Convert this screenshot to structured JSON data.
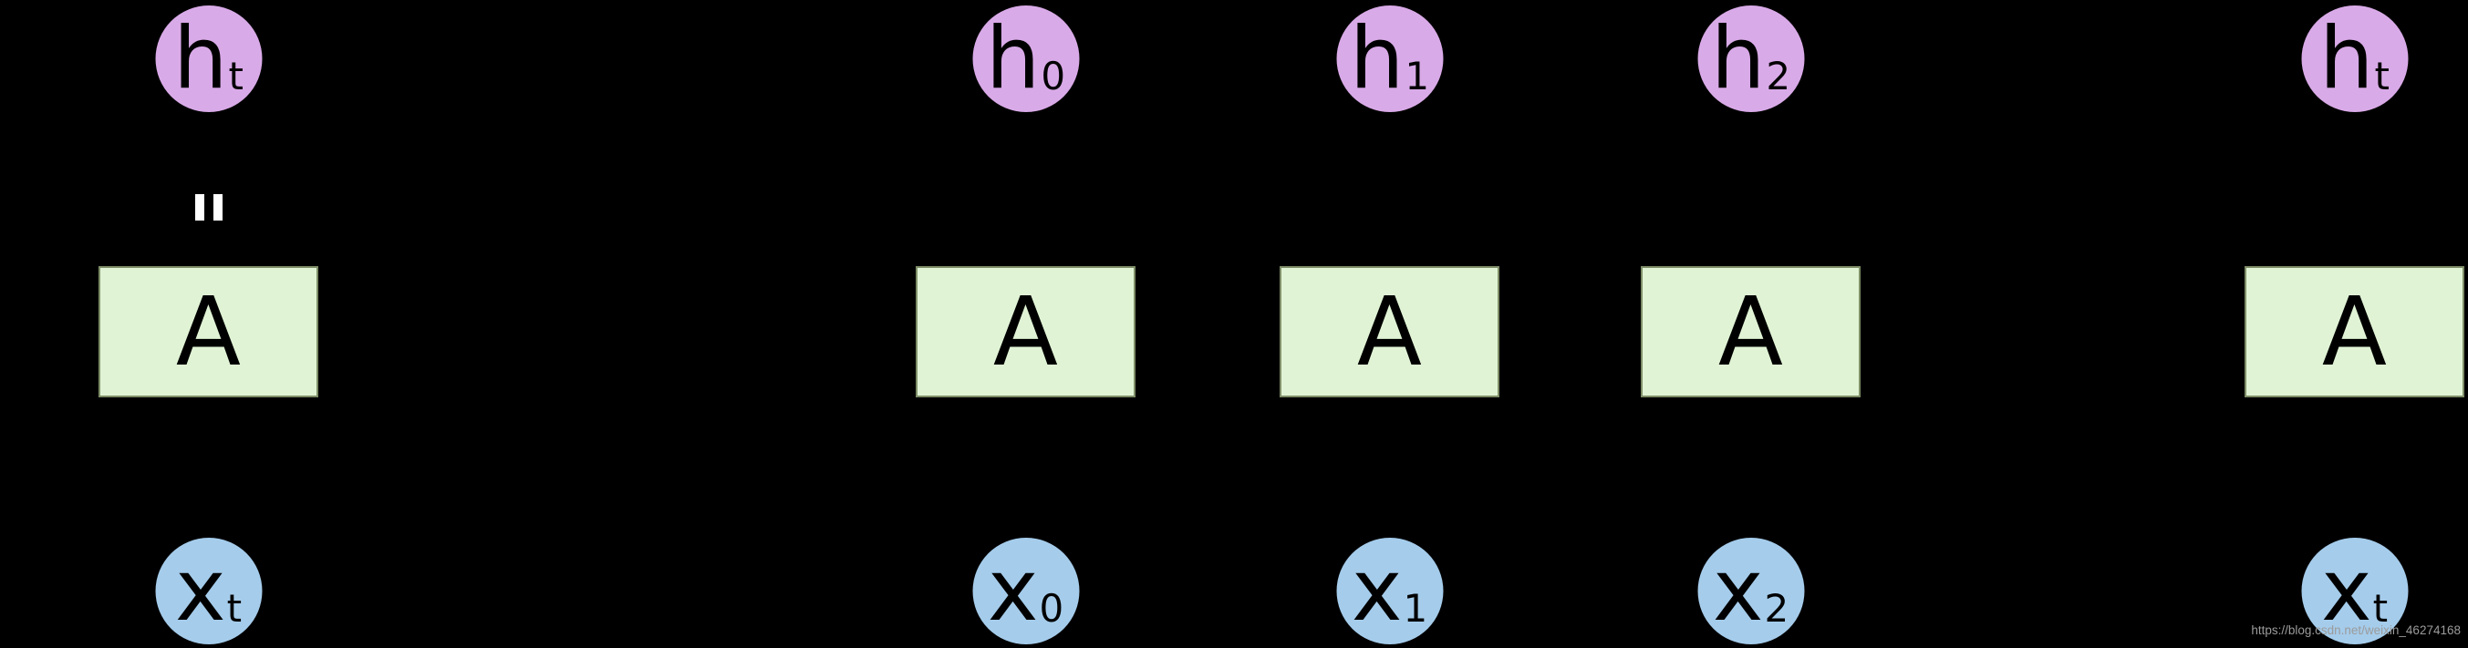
{
  "diagram": {
    "description": "recurrent-neural-network-unrolled",
    "units": [
      {
        "id": "rolled",
        "hidden": {
          "main": "h",
          "sub": "t"
        },
        "cell": "A",
        "input": {
          "main": "x",
          "sub": "t"
        },
        "has_equals_mark": true
      },
      {
        "id": "step-0",
        "hidden": {
          "main": "h",
          "sub": "0"
        },
        "cell": "A",
        "input": {
          "main": "x",
          "sub": "0"
        },
        "has_equals_mark": false
      },
      {
        "id": "step-1",
        "hidden": {
          "main": "h",
          "sub": "1"
        },
        "cell": "A",
        "input": {
          "main": "x",
          "sub": "1"
        },
        "has_equals_mark": false
      },
      {
        "id": "step-2",
        "hidden": {
          "main": "h",
          "sub": "2"
        },
        "cell": "A",
        "input": {
          "main": "x",
          "sub": "2"
        },
        "has_equals_mark": false
      },
      {
        "id": "step-t",
        "hidden": {
          "main": "h",
          "sub": "t"
        },
        "cell": "A",
        "input": {
          "main": "x",
          "sub": "t"
        },
        "has_equals_mark": false
      }
    ],
    "colors": {
      "background": "#000000",
      "hidden_node_fill": "#d9aae8",
      "input_node_fill": "#a5cceb",
      "cell_fill": "#e0f4d5",
      "cell_border": "#7e8e68",
      "letter": "#000000",
      "equals_mark": "#ffffff",
      "watermark": "#9b9b9b"
    },
    "watermark": {
      "text": "https://blog.csdn.net/weixin_46274168"
    }
  }
}
